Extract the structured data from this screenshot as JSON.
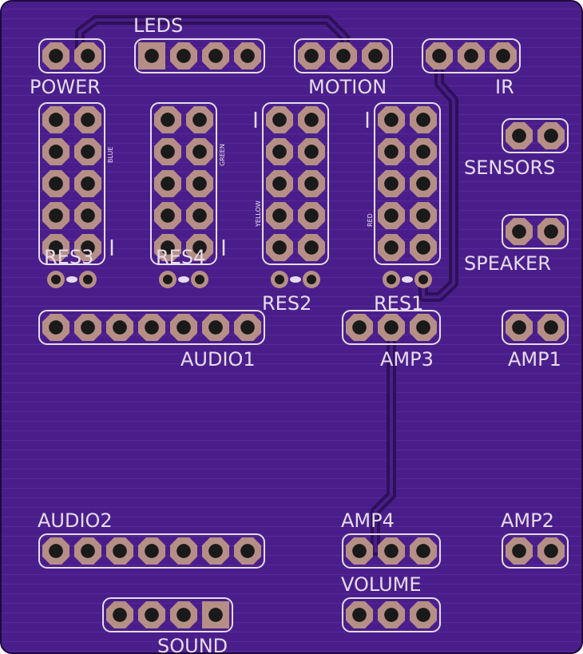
{
  "board": {
    "colors": {
      "background": "#4a1e8a",
      "trace": "#3a1670",
      "trace_edge": "#5e2fa0",
      "silkscreen": "#e6dced",
      "copper_pad": "#b58f86",
      "drill_hole": "#1a1a1a",
      "pad_outline": "#e6dced"
    },
    "labels": {
      "leds": "LEDS",
      "power": "POWER",
      "motion": "MOTION",
      "ir": "IR",
      "sensors": "SENSORS",
      "speaker": "SPEAKER",
      "res1": "RES1",
      "res2": "RES2",
      "res3": "RES3",
      "res4": "RES4",
      "audio1": "AUDIO1",
      "audio2": "AUDIO2",
      "amp1": "AMP1",
      "amp2": "AMP2",
      "amp3": "AMP3",
      "amp4": "AMP4",
      "volume": "VOLUME",
      "sound": "SOUND"
    },
    "small_labels": {
      "blue": "BLUE",
      "green": "GREEN",
      "yellow": "YELLOW",
      "red": "RED"
    },
    "headers": [
      {
        "id": "power-header",
        "pins": 2
      },
      {
        "id": "leds-header",
        "pins": 4
      },
      {
        "id": "motion-header",
        "pins": 3
      },
      {
        "id": "ir-header",
        "pins": 3
      },
      {
        "id": "sensors-header",
        "pins": 2
      },
      {
        "id": "speaker-header",
        "pins": 2
      },
      {
        "id": "audio1-header",
        "pins": 7
      },
      {
        "id": "amp3-header",
        "pins": 3
      },
      {
        "id": "amp1-header",
        "pins": 2
      },
      {
        "id": "audio2-header",
        "pins": 7
      },
      {
        "id": "amp4-header",
        "pins": 3
      },
      {
        "id": "amp2-header",
        "pins": 2
      },
      {
        "id": "volume-header",
        "pins": 3
      },
      {
        "id": "sound-header",
        "pins": 4
      },
      {
        "id": "res3-socket",
        "pins": 10
      },
      {
        "id": "res4-socket",
        "pins": 10
      },
      {
        "id": "res2-socket",
        "pins": 10
      },
      {
        "id": "res1-socket",
        "pins": 10
      }
    ]
  }
}
